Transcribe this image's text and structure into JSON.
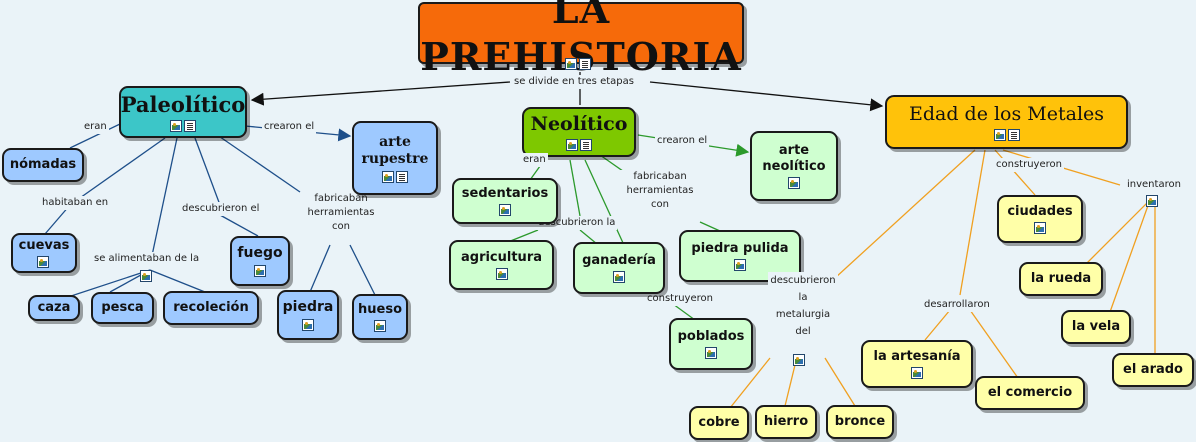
{
  "title": "LA PREHISTORIA",
  "colors": {
    "title_bg": "#f66a0a",
    "paleolitico_bg": "#3cc6c8",
    "neolitico_bg": "#7ec800",
    "metales_bg": "#ffc20a",
    "paleo_child_bg": "#9ec9ff",
    "neo_child_bg": "#cfffd0",
    "metal_child_bg": "#ffffa8",
    "neo_link": "#2c9a2c",
    "metal_link": "#f0a020"
  },
  "links": {
    "divide": "se divide en tres etapas",
    "paleo_eran": "eran",
    "paleo_crearon": "crearon el",
    "paleo_habitaban": "habitaban en",
    "paleo_descubrieron": "descubrieron el",
    "paleo_fabricaban": "fabricaban herramientas con",
    "paleo_alimentaban": "se alimentaban de la",
    "neo_crearon": "crearon el",
    "neo_eran": "eran",
    "neo_fabricaban": "fabricaban herramientas con",
    "neo_descubrieron": "descubrieron la",
    "neo_construyeron": "construyeron",
    "met_construyeron": "construyeron",
    "met_inventaron": "inventaron",
    "met_desarrollaron": "desarrollaron",
    "met_descubrieron": "descubrieron la metalurgia del"
  },
  "nodes": {
    "paleolitico": "Paleolítico",
    "neolitico": "Neolítico",
    "metales": "Edad de los Metales",
    "nomadas": "nómadas",
    "arte_rupestre": "arte rupestre",
    "cuevas": "cuevas",
    "fuego": "fuego",
    "caza": "caza",
    "pesca": "pesca",
    "recoleccion": "recoleción",
    "piedra": "piedra",
    "hueso": "hueso",
    "sedentarios": "sedentarios",
    "arte_neolitico": "arte neolítico",
    "agricultura": "agricultura",
    "ganaderia": "ganadería",
    "piedra_pulida": "piedra pulida",
    "poblados": "poblados",
    "ciudades": "ciudades",
    "la_rueda": "la rueda",
    "la_vela": "la vela",
    "el_arado": "el arado",
    "la_artesania": "la artesanía",
    "el_comercio": "el comercio",
    "cobre": "cobre",
    "hierro": "hierro",
    "bronce": "bronce"
  }
}
